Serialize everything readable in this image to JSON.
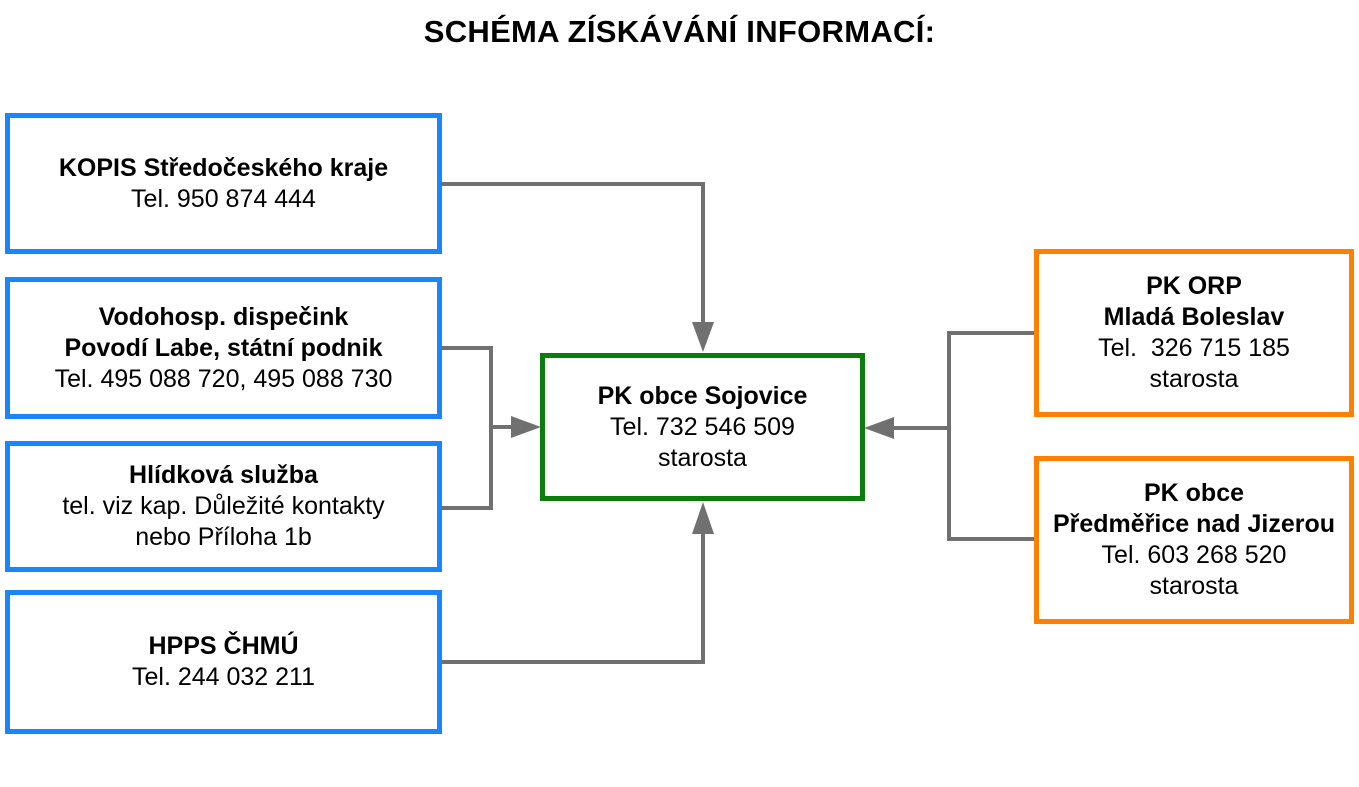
{
  "title": "SCHÉMA ZÍSKÁVÁNÍ INFORMACÍ:",
  "sources": [
    {
      "name": "KOPIS Středočeského kraje",
      "detail": "Tel. 950 874 444"
    },
    {
      "name_line1": "Vodohosp. dispečink",
      "name_line2": "Povodí Labe, státní podnik",
      "detail": "Tel. 495 088 720, 495 088 730"
    },
    {
      "name": "Hlídková služba",
      "detail_line1": "tel. viz kap. Důležité kontakty",
      "detail_line2": "nebo Příloha 1b"
    },
    {
      "name": "HPPS ČHMÚ",
      "detail": "Tel. 244 032 211"
    }
  ],
  "center": {
    "name": "PK obce Sojovice",
    "phone": "Tel. 732 546 509",
    "role": "starosta"
  },
  "right": [
    {
      "name_line1": "PK ORP",
      "name_line2": "Mladá Boleslav",
      "phone": "Tel.  326 715 185",
      "role": "starosta"
    },
    {
      "name_line1": "PK obce",
      "name_line2": "Předměřice nad Jizerou",
      "phone": "Tel. 603 268 520",
      "role": "starosta"
    }
  ],
  "colors": {
    "source_border": "#1a85ff",
    "center_border": "#0b7d0b",
    "right_border": "#ff8000",
    "connector": "#707070"
  }
}
